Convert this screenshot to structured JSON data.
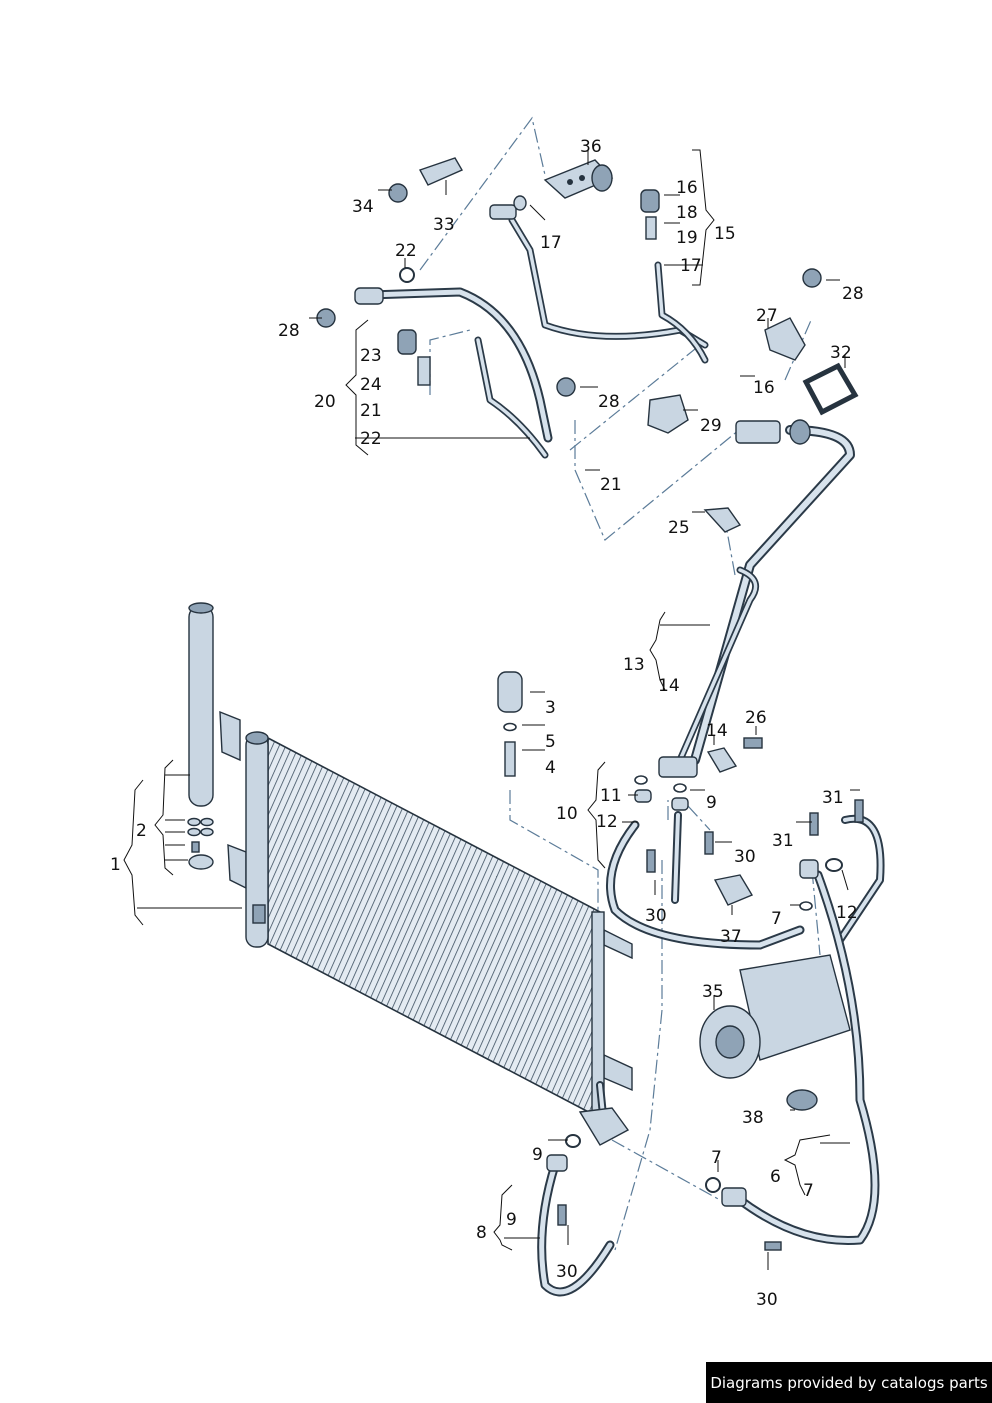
{
  "labels": [
    {
      "id": "l1",
      "text": "1"
    },
    {
      "id": "l2",
      "text": "2"
    },
    {
      "id": "l3",
      "text": "3"
    },
    {
      "id": "l4",
      "text": "4"
    },
    {
      "id": "l5",
      "text": "5"
    },
    {
      "id": "l6",
      "text": "6"
    },
    {
      "id": "l7a",
      "text": "7"
    },
    {
      "id": "l7b",
      "text": "7"
    },
    {
      "id": "l7c",
      "text": "7"
    },
    {
      "id": "l8",
      "text": "8"
    },
    {
      "id": "l9a",
      "text": "9"
    },
    {
      "id": "l9b",
      "text": "9"
    },
    {
      "id": "l9c",
      "text": "9"
    },
    {
      "id": "l10",
      "text": "10"
    },
    {
      "id": "l11",
      "text": "11"
    },
    {
      "id": "l12a",
      "text": "12"
    },
    {
      "id": "l12b",
      "text": "12"
    },
    {
      "id": "l13",
      "text": "13"
    },
    {
      "id": "l14a",
      "text": "14"
    },
    {
      "id": "l14b",
      "text": "14"
    },
    {
      "id": "l15",
      "text": "15"
    },
    {
      "id": "l16a",
      "text": "16"
    },
    {
      "id": "l16b",
      "text": "16"
    },
    {
      "id": "l17a",
      "text": "17"
    },
    {
      "id": "l17b",
      "text": "17"
    },
    {
      "id": "l18",
      "text": "18"
    },
    {
      "id": "l19",
      "text": "19"
    },
    {
      "id": "l20",
      "text": "20"
    },
    {
      "id": "l21a",
      "text": "21"
    },
    {
      "id": "l21b",
      "text": "21"
    },
    {
      "id": "l22a",
      "text": "22"
    },
    {
      "id": "l22b",
      "text": "22"
    },
    {
      "id": "l23",
      "text": "23"
    },
    {
      "id": "l24",
      "text": "24"
    },
    {
      "id": "l25",
      "text": "25"
    },
    {
      "id": "l26",
      "text": "26"
    },
    {
      "id": "l27",
      "text": "27"
    },
    {
      "id": "l28a",
      "text": "28"
    },
    {
      "id": "l28b",
      "text": "28"
    },
    {
      "id": "l28c",
      "text": "28"
    },
    {
      "id": "l29",
      "text": "29"
    },
    {
      "id": "l30a",
      "text": "30"
    },
    {
      "id": "l30b",
      "text": "30"
    },
    {
      "id": "l30c",
      "text": "30"
    },
    {
      "id": "l30d",
      "text": "30"
    },
    {
      "id": "l31a",
      "text": "31"
    },
    {
      "id": "l31b",
      "text": "31"
    },
    {
      "id": "l32",
      "text": "32"
    },
    {
      "id": "l33",
      "text": "33"
    },
    {
      "id": "l34",
      "text": "34"
    },
    {
      "id": "l35",
      "text": "35"
    },
    {
      "id": "l36",
      "text": "36"
    },
    {
      "id": "l37",
      "text": "37"
    },
    {
      "id": "l38",
      "text": "38"
    }
  ],
  "footer": {
    "text": "Diagrams provided by catalogs parts"
  }
}
